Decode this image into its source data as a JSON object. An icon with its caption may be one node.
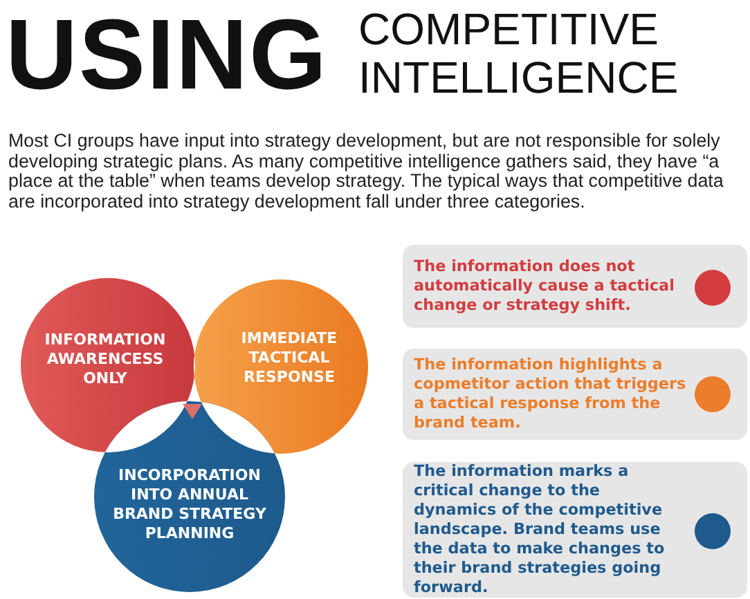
{
  "diagram": {
    "title": "**USING** COMPETITIVE INTELLIGENCE",
    "nodes": [
      {
        "text": [
          "INFORMATION AWARENCESS ONLY"
        ]
      },
      {
        "text": [
          "IMMEDIATE TACTICAL RESPONSE"
        ]
      },
      {
        "text": [
          "INCORPORATION INTO ANNUAL BRAND STRATEGY PLANNING"
        ]
      },
      {
        "text": [
          "The information does not automatically cause a tactical change or strategy shift."
        ]
      },
      {
        "text": [
          "The information highlights a copmetitor action that triggers a tactical response from the brand team."
        ]
      },
      {
        "text": [
          "The information marks a critical change to the dynamics of the competitive landscape. Brand teams use the data to make changes to their brand strategies going forward."
        ]
      }
    ],
    "labels": [
      "Most CI groups have input into strategy development, but are not responsible for solely developing strategic plans. As many competitive intelligence gathers said, they have “a place at the table” when teams develop strategy. The typical ways that competitive data are incorporated into strategy development fall under three categories."
    ]
  }
}
